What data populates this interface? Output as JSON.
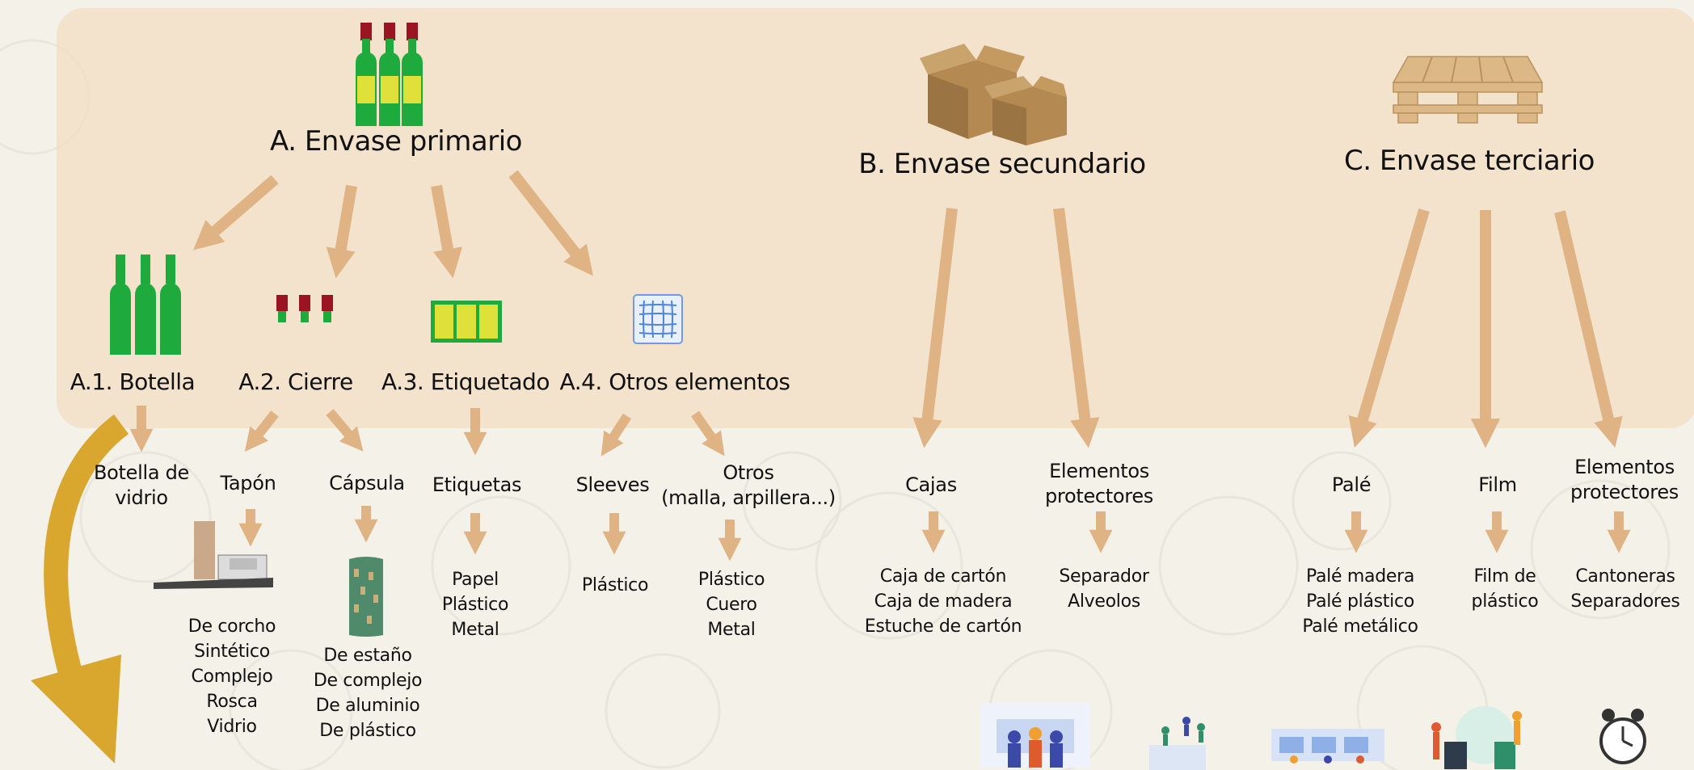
{
  "colors": {
    "panel": "#f2dec4",
    "arrow": "#dfb383",
    "curve_arrow": "#d9a62e",
    "bottle": "#1eaa3c",
    "cap": "#9b1424",
    "label": "#e0e03a",
    "box": "#b48a52",
    "pallet": "#dcb887"
  },
  "primary": {
    "title": "A. Envase primario",
    "icon": "wine-bottles-icon",
    "categories": [
      {
        "label": "A.1. Botella",
        "icon": "bottles-icon",
        "items": [
          {
            "label": "Botella de\nvidrio",
            "materials": []
          }
        ]
      },
      {
        "label": "A.2. Cierre",
        "icon": "caps-icon",
        "items": [
          {
            "label": "Tapón",
            "icon": "cork-icon",
            "materials": [
              "De corcho",
              "Sintético",
              "Complejo",
              "Rosca",
              "Vidrio"
            ]
          },
          {
            "label": "Cápsula",
            "icon": "capsule-icon",
            "materials": [
              "De estaño",
              "De complejo",
              "De aluminio",
              "De plástico"
            ]
          }
        ]
      },
      {
        "label": "A.3. Etiquetado",
        "icon": "labels-icon",
        "items": [
          {
            "label": "Etiquetas",
            "materials": [
              "Papel",
              "Plástico",
              "Metal"
            ]
          }
        ]
      },
      {
        "label": "A.4. Otros elementos",
        "icon": "mesh-icon",
        "items": [
          {
            "label": "Sleeves",
            "materials": [
              "Plástico"
            ]
          },
          {
            "label": "Otros\n(malla, arpillera...)",
            "materials": [
              "Plástico",
              "Cuero",
              "Metal"
            ]
          }
        ]
      }
    ]
  },
  "secondary": {
    "title": "B. Envase secundario",
    "icon": "cardboard-boxes-icon",
    "items": [
      {
        "label": "Cajas",
        "materials": [
          "Caja de cartón",
          "Caja de madera",
          "Estuche de cartón"
        ]
      },
      {
        "label": "Elementos\nprotectores",
        "materials": [
          "Separador",
          "Alveolos"
        ]
      }
    ]
  },
  "tertiary": {
    "title": "C. Envase terciario",
    "icon": "pallet-icon",
    "items": [
      {
        "label": "Palé",
        "materials": [
          "Palé madera",
          "Palé plástico",
          "Palé metálico"
        ]
      },
      {
        "label": "Film",
        "materials": [
          "Film de\nplástico"
        ]
      },
      {
        "label": "Elementos\nprotectores",
        "materials": [
          "Cantoneras",
          "Separadores"
        ]
      }
    ]
  },
  "bottom_icons": [
    "team-meeting-icon",
    "people-climbing-icon",
    "factory-workers-icon",
    "recycling-people-icon",
    "alarm-clock-icon"
  ]
}
